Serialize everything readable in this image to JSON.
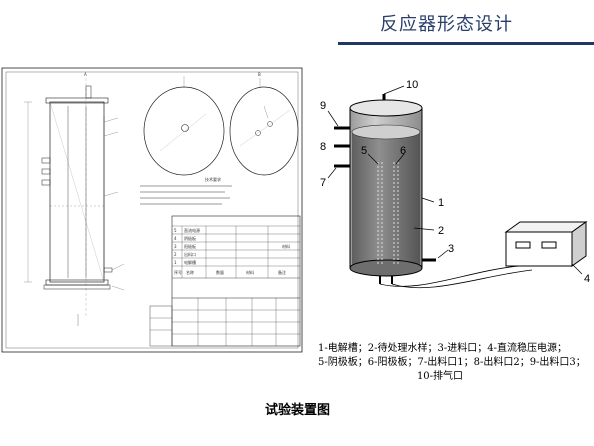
{
  "header": {
    "title": "反应器形态设计"
  },
  "drawing": {
    "view_a_label": "A",
    "view_b_label": "B",
    "notes_title": "技术要求",
    "table_header_right": "材料",
    "parts": [
      {
        "no": "5",
        "name": "直流电源"
      },
      {
        "no": "4",
        "name": "阴极板"
      },
      {
        "no": "3",
        "name": "阳极板"
      },
      {
        "no": "2",
        "name": "出料口"
      },
      {
        "no": "1",
        "name": "电解槽"
      }
    ],
    "table_col_no": "序号",
    "table_col_name": "名称",
    "table_col_qty": "数量",
    "table_col_material": "材料",
    "table_col_note": "备注"
  },
  "diagram": {
    "labels": [
      "1",
      "2",
      "3",
      "4",
      "5",
      "6",
      "7",
      "8",
      "9",
      "10"
    ],
    "colors": {
      "liquid": "#8a8a8a",
      "vessel": "#bfbfbf",
      "outline": "#000000"
    }
  },
  "legend": {
    "lines": [
      "1-电解槽；2-待处理水样；3-进料口；4-直流稳压电源；",
      "5-阴极板；6-阳极板；7-出料口1；8-出料口2；9-出料口3；",
      "10-排气口"
    ]
  },
  "caption": "试验装置图"
}
